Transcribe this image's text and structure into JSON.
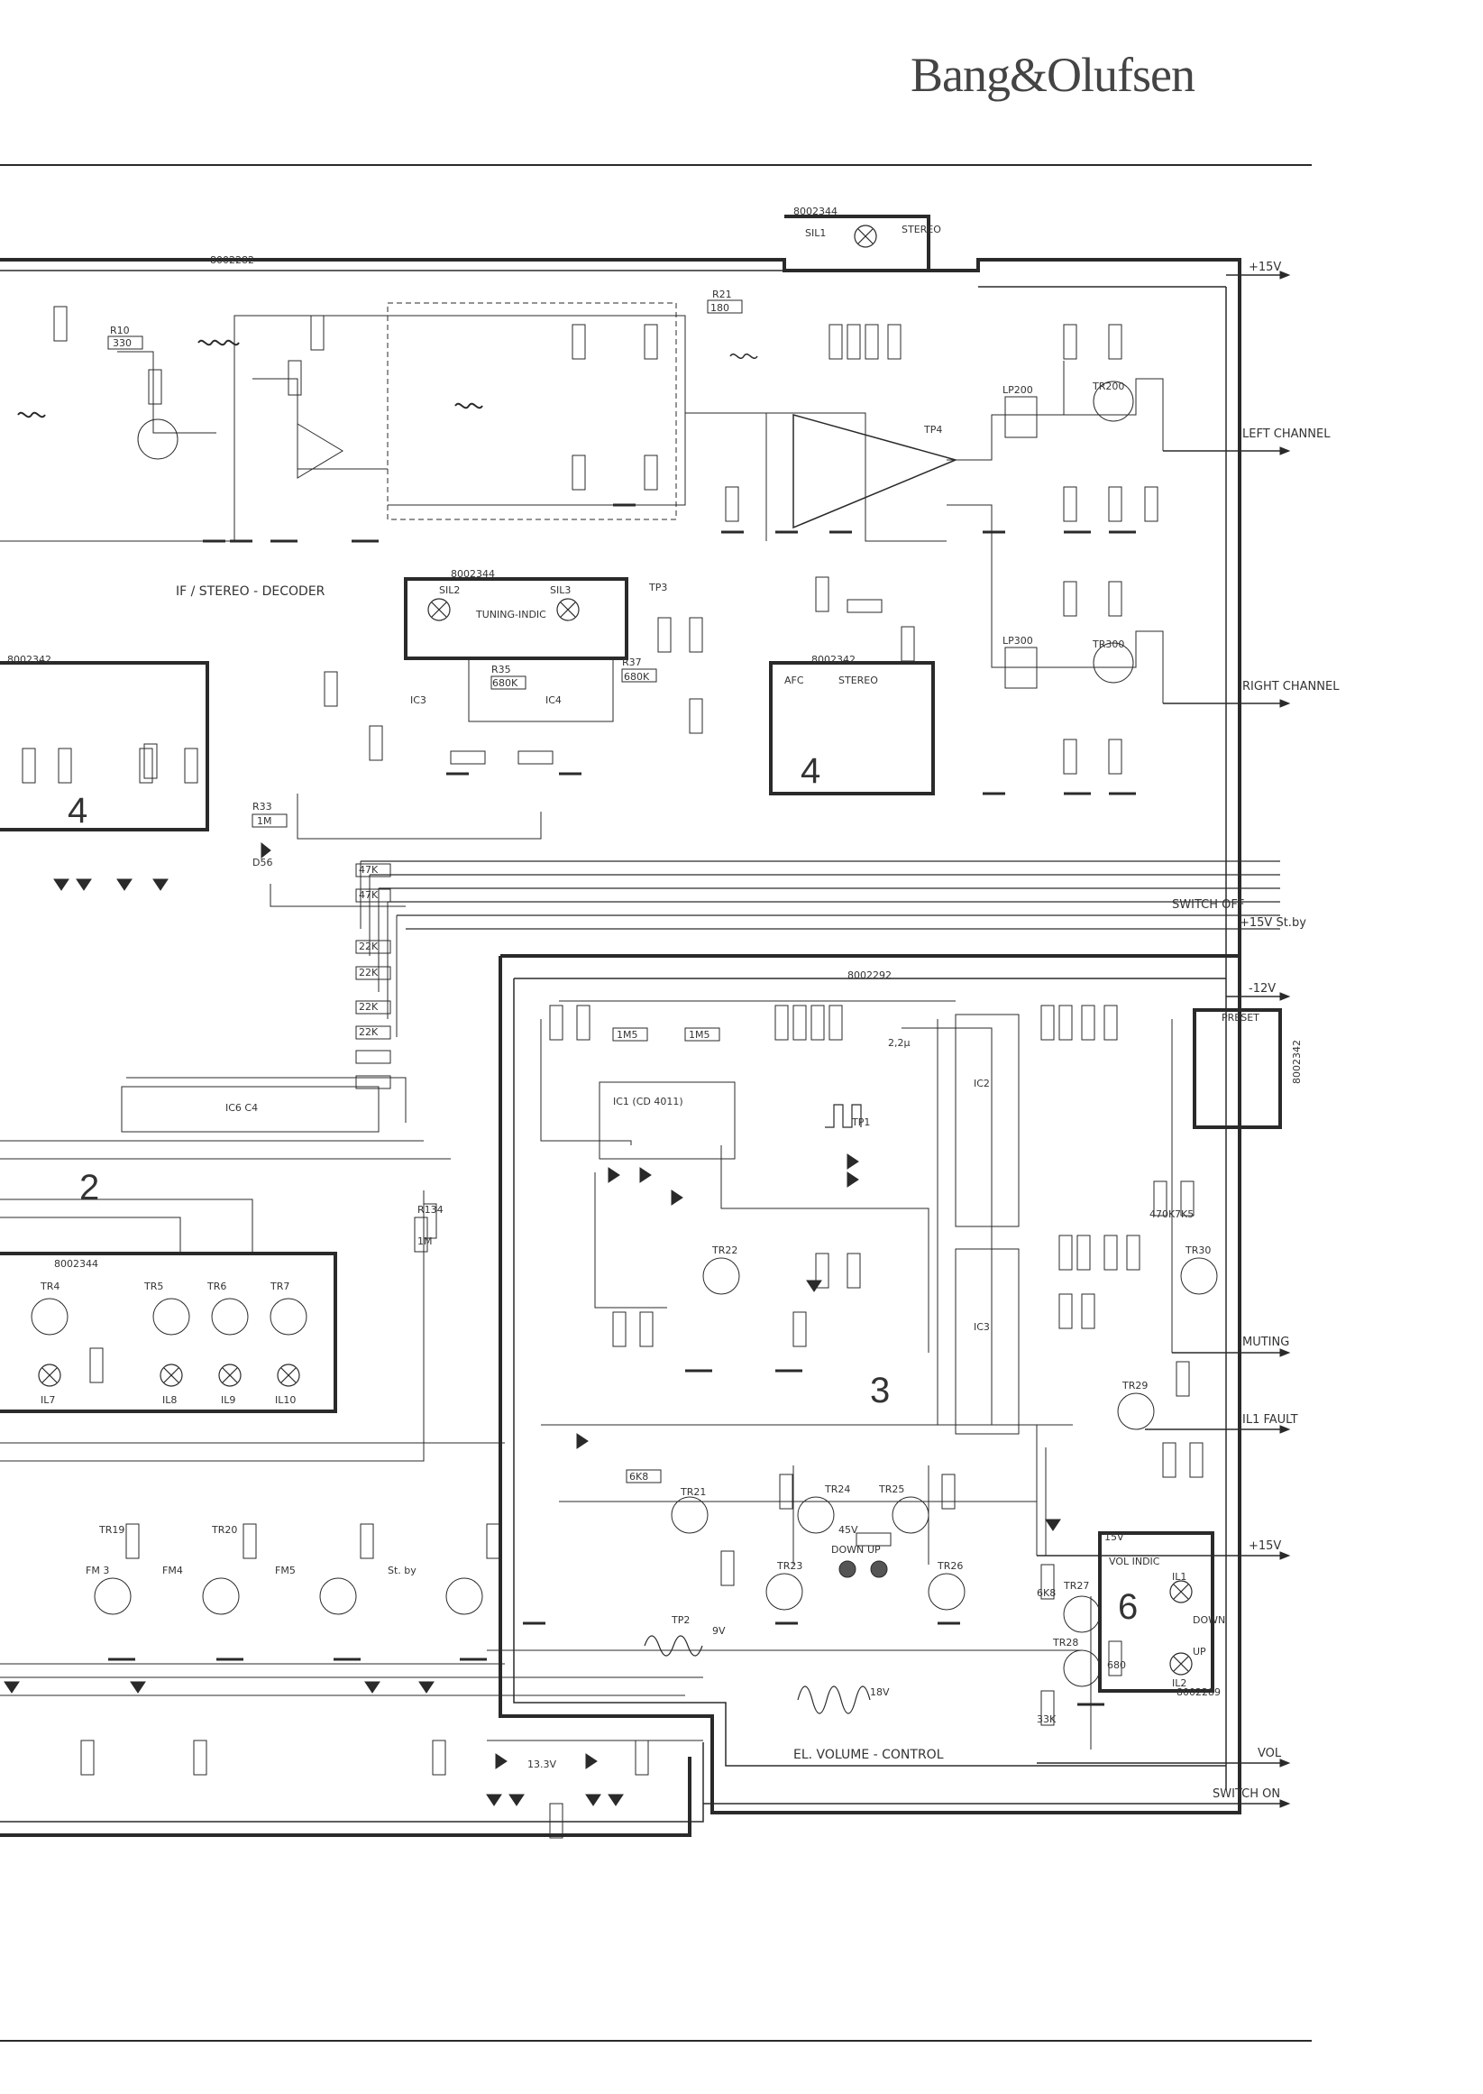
{
  "brand": "Bang&Olufsen",
  "colors": {
    "ink": "#333333",
    "frame": "#2a2a2a",
    "paper": "#ffffff"
  },
  "board_refs": {
    "top": "8002282",
    "stereo_ind": "8002344",
    "tuning_ind": "8002344",
    "afc_board": "8002342",
    "vol_board": "8002292",
    "preset": "8002342",
    "indic": "8002344",
    "vol_indic": "8002289",
    "left_board": "8002342"
  },
  "sections": {
    "if_stereo": "IF / STEREO - DECODER",
    "vol_control": "EL. VOLUME - CONTROL",
    "tuning": "TUNING-INDIC",
    "afc": "AFC",
    "stereo": "STEREO",
    "preset": "PRESET",
    "vol_indic": "VOL INDIC",
    "down": "DOWN",
    "up": "UP"
  },
  "section_numbers": {
    "s4a": "4",
    "s4b": "4",
    "s2": "2",
    "s3": "3",
    "s6": "6"
  },
  "outputs": {
    "p15v_top": "+15V",
    "left": "LEFT CHANNEL",
    "right": "RIGHT CHANNEL",
    "switch_off": "SWITCH OFF",
    "p15v_stby": "+15V St.by",
    "m12v": "-12V",
    "muting": "MUTING",
    "il1_fault": "IL1 FAULT",
    "p15v": "+15V",
    "vol": "VOL",
    "switch_on": "SWITCH ON"
  },
  "components": {
    "ic1": "IC1 (CD 4011)",
    "ic2": "IC2",
    "ic3": "IC3",
    "ic6": "IC6 C4",
    "lp200": "LP200",
    "lp300": "LP300",
    "tr200": "TR200",
    "tr300": "TR300",
    "r21": "R21",
    "r21v": "180",
    "r37": "R37",
    "r37v": "680K",
    "r35": "R35",
    "r35v": "680K",
    "r33": "R33",
    "r33v": "1M",
    "r41": "47K",
    "r42": "47K",
    "r43": "22K",
    "r44": "22K",
    "r45": "22K",
    "r46": "22K",
    "r10": "R10",
    "r10v": "330",
    "r55": "1M5",
    "r56": "1M5",
    "r57": "6K8",
    "r134": "R134",
    "r134v": "1M",
    "c28": "2,2μ",
    "d56": "D56",
    "tp1": "TP1",
    "tp2": "TP2",
    "tp3": "TP3",
    "tp4": "TP4",
    "fm3": "FM 3",
    "fm4": "FM4",
    "fm5": "FM5",
    "stby": "St. by",
    "tr19": "TR19",
    "tr20": "TR20",
    "tr22": "TR22",
    "tr21": "TR21",
    "tr23": "TR23",
    "tr24": "TR24",
    "tr25": "TR25",
    "tr26": "TR26",
    "tr27": "TR27",
    "tr28": "TR28",
    "tr29": "TR29",
    "tr30": "TR30",
    "tr4": "TR4",
    "tr5": "TR5",
    "tr6": "TR6",
    "tr7": "TR7",
    "il7": "IL7",
    "il8": "IL8",
    "il9": "IL9",
    "il10": "IL10",
    "il2": "IL2",
    "il1": "IL1",
    "sil1": "SIL1",
    "sil2": "SIL2",
    "sil3": "SIL3",
    "ic3b": "IC3",
    "ic4b": "IC4",
    "r84": "7K5",
    "r83": "470K",
    "r89": "6K8",
    "r92": "33K",
    "r2": "680"
  },
  "voltages": {
    "v9": "9V",
    "v18": "18V",
    "v45": "45V",
    "v15": "15V",
    "v133": "13.3V"
  }
}
